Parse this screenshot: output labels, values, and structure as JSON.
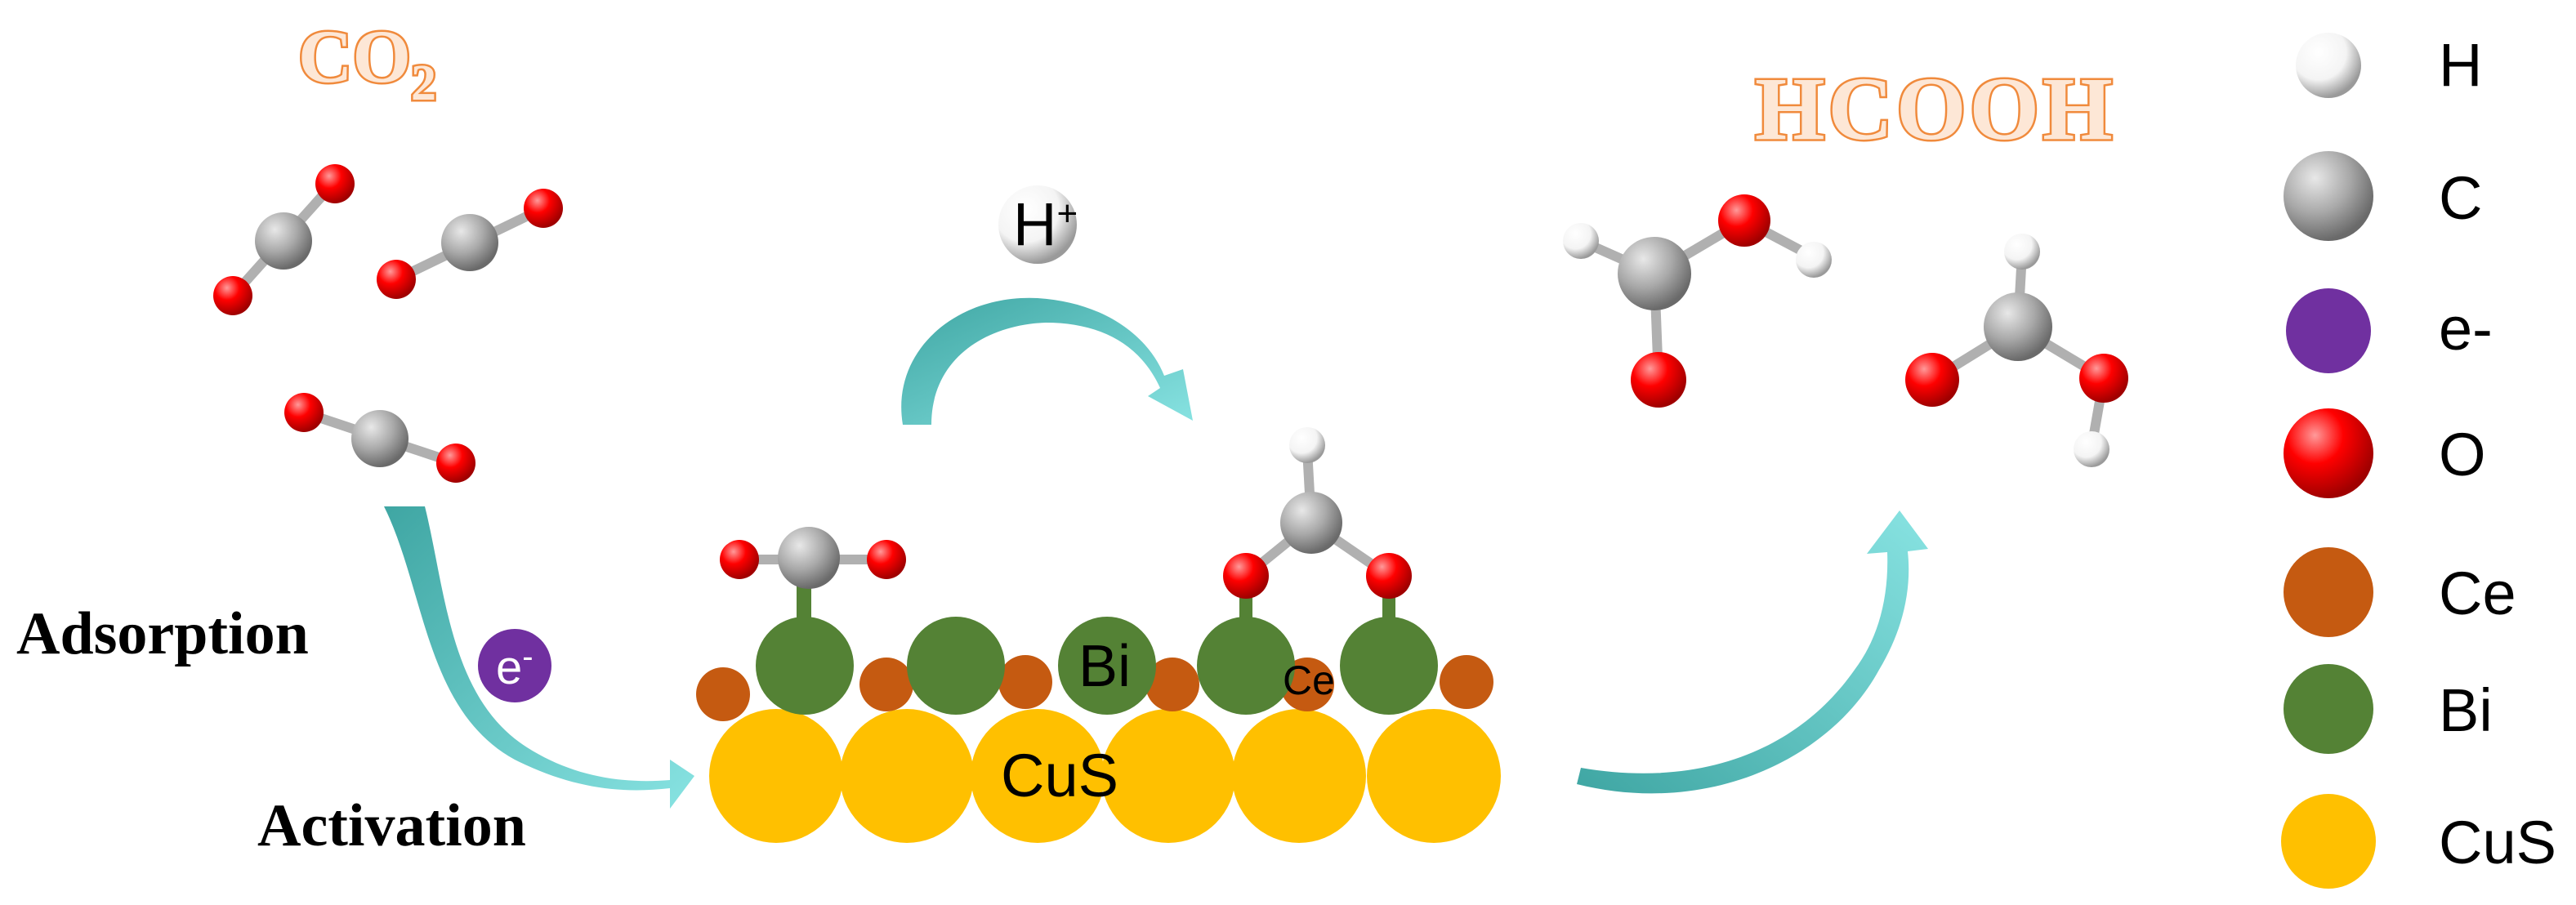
{
  "titles": {
    "reactant": "CO",
    "reactant_subscript": "2",
    "product": "HCOOH"
  },
  "step_labels": {
    "adsorption": "Adsorption",
    "activation": "Activation"
  },
  "species": {
    "proton": "H",
    "proton_charge": "+",
    "electron": "e",
    "electron_charge": "-"
  },
  "surface_labels": {
    "bi": "Bi",
    "ce": "Ce",
    "cus": "CuS"
  },
  "legend": [
    {
      "label": "H",
      "color": "#ffffff"
    },
    {
      "label": "C",
      "color": "#a6a6a6"
    },
    {
      "label": "e-",
      "color": "#7030a0"
    },
    {
      "label": "O",
      "color": "#ff0000"
    },
    {
      "label": "Ce",
      "color": "#c55a11"
    },
    {
      "label": "Bi",
      "color": "#548235"
    },
    {
      "label": "CuS",
      "color": "#ffc000"
    }
  ],
  "colors": {
    "title": "#f08a3c",
    "arrow": "#5bc8c8",
    "hydrogen": "#ffffff",
    "carbon": "#a6a6a6",
    "oxygen": "#ff0000",
    "electron": "#7030a0",
    "cerium": "#c55a11",
    "bismuth": "#548235",
    "cus": "#ffc000"
  }
}
